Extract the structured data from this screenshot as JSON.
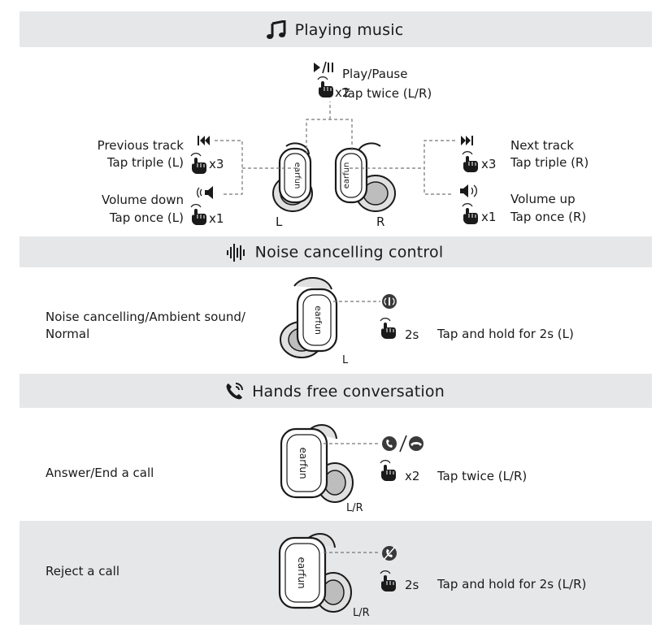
{
  "sections": {
    "music": {
      "title": "Playing music",
      "play_pause": {
        "label": "Play/Pause",
        "action": "Tap twice (L/R)",
        "count": "x2",
        "icon": "play-pause-icon"
      },
      "previous_track": {
        "label": "Previous track",
        "action": "Tap triple (L)",
        "count": "x3",
        "icon": "previous-track-icon"
      },
      "volume_down": {
        "label": "Volume down",
        "action": "Tap once (L)",
        "count": "x1",
        "icon": "volume-down-icon"
      },
      "next_track": {
        "label": "Next track",
        "action": "Tap triple (R)",
        "count": "x3",
        "icon": "next-track-icon"
      },
      "volume_up": {
        "label": "Volume up",
        "action": "Tap once (R)",
        "count": "x1",
        "icon": "volume-up-icon"
      },
      "left_label": "L",
      "right_label": "R"
    },
    "noise": {
      "title": "Noise cancelling control",
      "mode_line1": "Noise cancelling/Ambient sound/",
      "mode_line2": "Normal",
      "count": "2s",
      "action": "Tap and hold for 2s (L)",
      "side_label": "L"
    },
    "calls": {
      "title": "Hands free conversation",
      "answer": {
        "label": "Answer/End a call",
        "count": "x2",
        "action": "Tap twice (L/R)",
        "side_label": "L/R"
      },
      "reject": {
        "label": "Reject a call",
        "count": "2s",
        "action": "Tap and hold for 2s (L/R)",
        "side_label": "L/R"
      }
    }
  },
  "brand_text": "earfun",
  "colors": {
    "band": "#e6e7e8",
    "ink": "#1a1a1a",
    "dash": "#777777",
    "icon_badge": "#3a3a3a"
  }
}
